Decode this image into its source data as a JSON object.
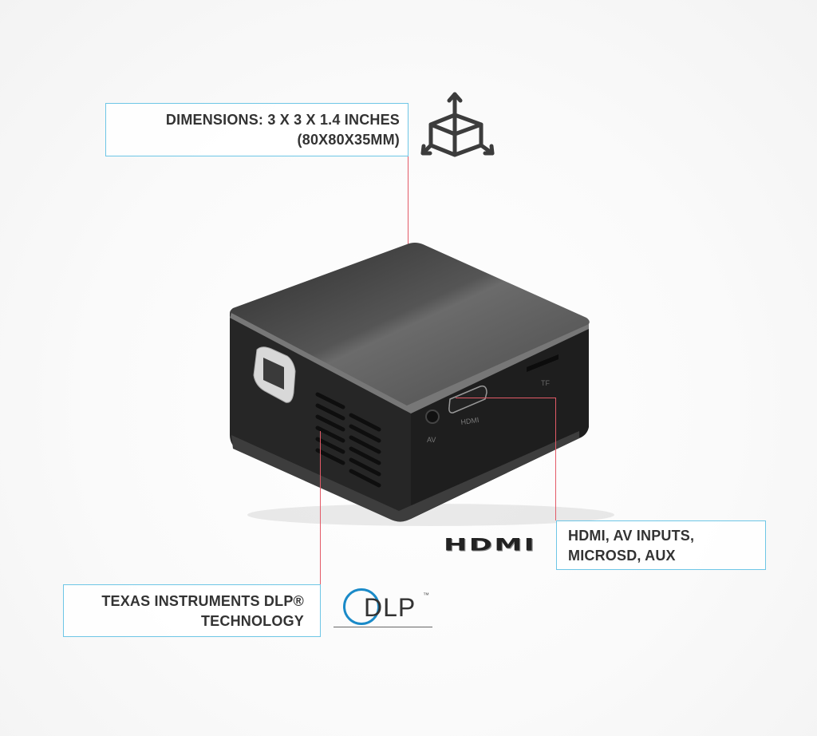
{
  "callouts": {
    "dimensions": {
      "line1": "DIMENSIONS: 3 X 3 X 1.4 INCHES",
      "line2": "(80X80X35MM)"
    },
    "inputs": {
      "line1": "HDMI, AV INPUTS,",
      "line2": "MICROSD, AUX"
    },
    "dlp": {
      "line1": "TEXAS INSTRUMENTS DLP®",
      "line2": "TECHNOLOGY"
    }
  },
  "logos": {
    "hdmi": "HDMI",
    "dlp": "DLP",
    "dlp_tm": "™"
  },
  "device_labels": {
    "av": "AV",
    "hdmi": "HDMI",
    "tf": "TF"
  },
  "icons": {
    "dimensions": "cube-3d-axes-icon"
  },
  "colors": {
    "callout_border": "#6ec6e6",
    "leader_line": "#e35a67",
    "text": "#333333",
    "dlp_blue": "#1a8ac8"
  }
}
